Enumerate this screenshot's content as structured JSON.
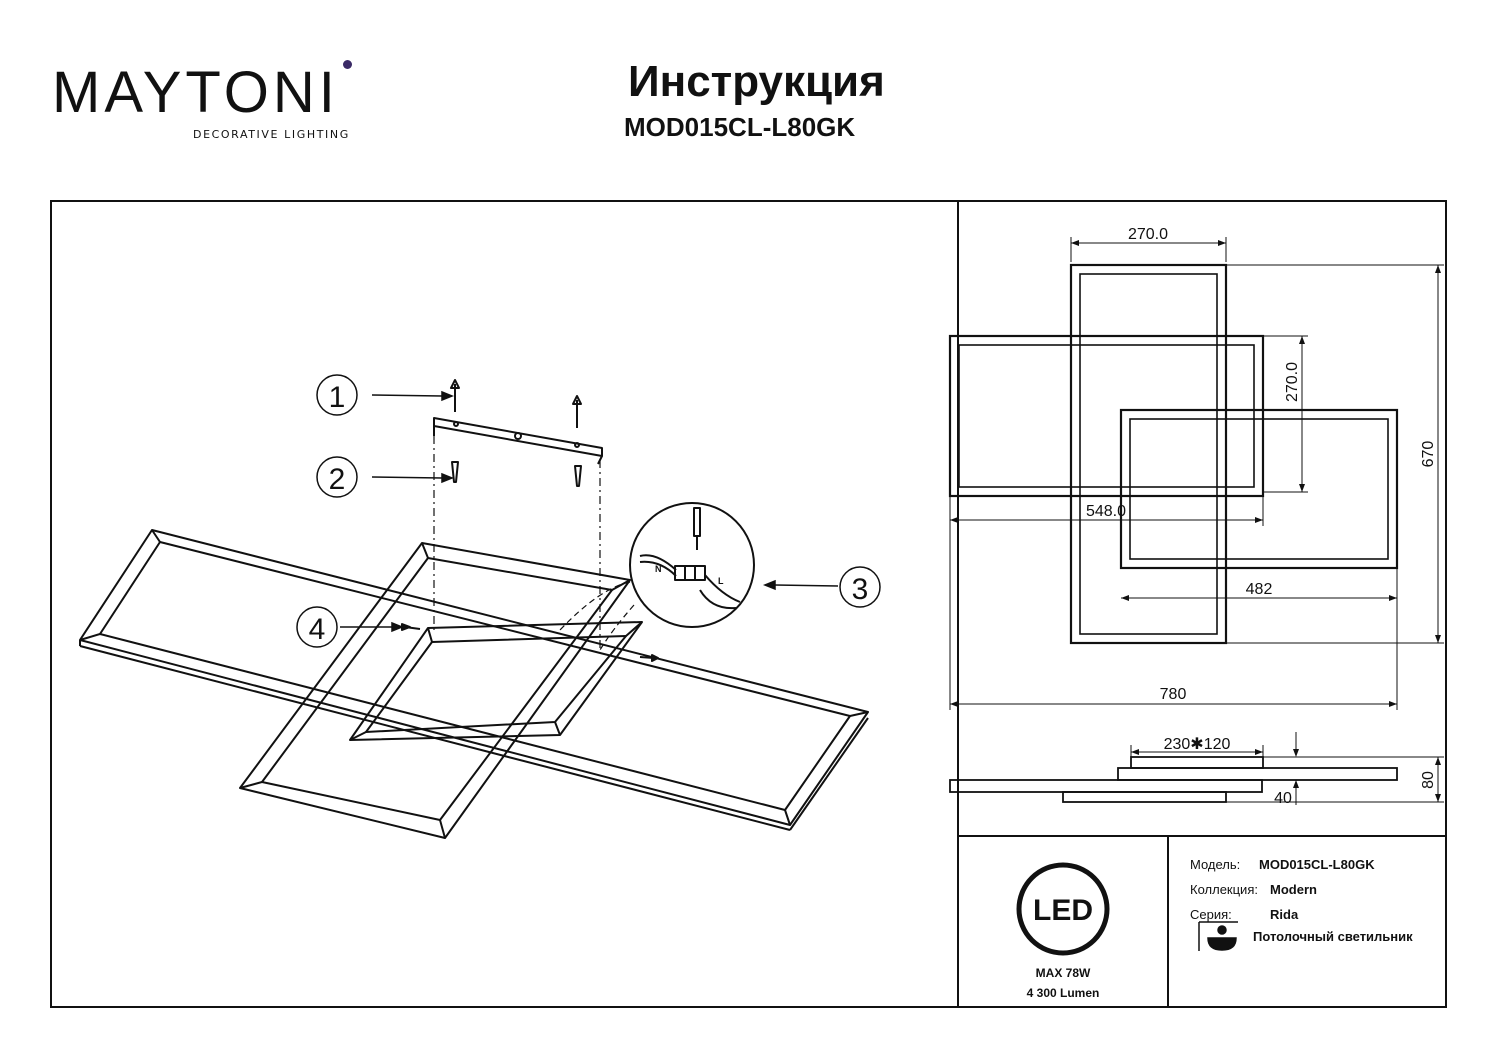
{
  "brand": {
    "name": "MAYTONI",
    "tagline": "DECORATIVE LIGHTING",
    "accent": "#3a2a66"
  },
  "document": {
    "title": "Инструкция",
    "model_code": "MOD015CL-L80GK"
  },
  "callouts": [
    "1",
    "2",
    "3",
    "4"
  ],
  "wiring_labels": {
    "neutral": "N",
    "live": "L"
  },
  "dimensions": {
    "top_width": "270.0",
    "side_height": "270.0",
    "total_height": "670",
    "mid_width": "548.0",
    "inner_width": "482",
    "total_width": "780",
    "base": "230✱120",
    "profile_height": "80",
    "profile_thickness": "40"
  },
  "specs": {
    "led_badge": "LED",
    "power": "MAX 78W",
    "luminous_flux": "4 300 Lumen",
    "model_label": "Модель:",
    "model_value": "MOD015CL-L80GK",
    "collection_label": "Коллекция:",
    "collection_value": "Modern",
    "series_label": "Серия:",
    "series_value": "Rida",
    "type_value": "Потолочный светильник"
  }
}
